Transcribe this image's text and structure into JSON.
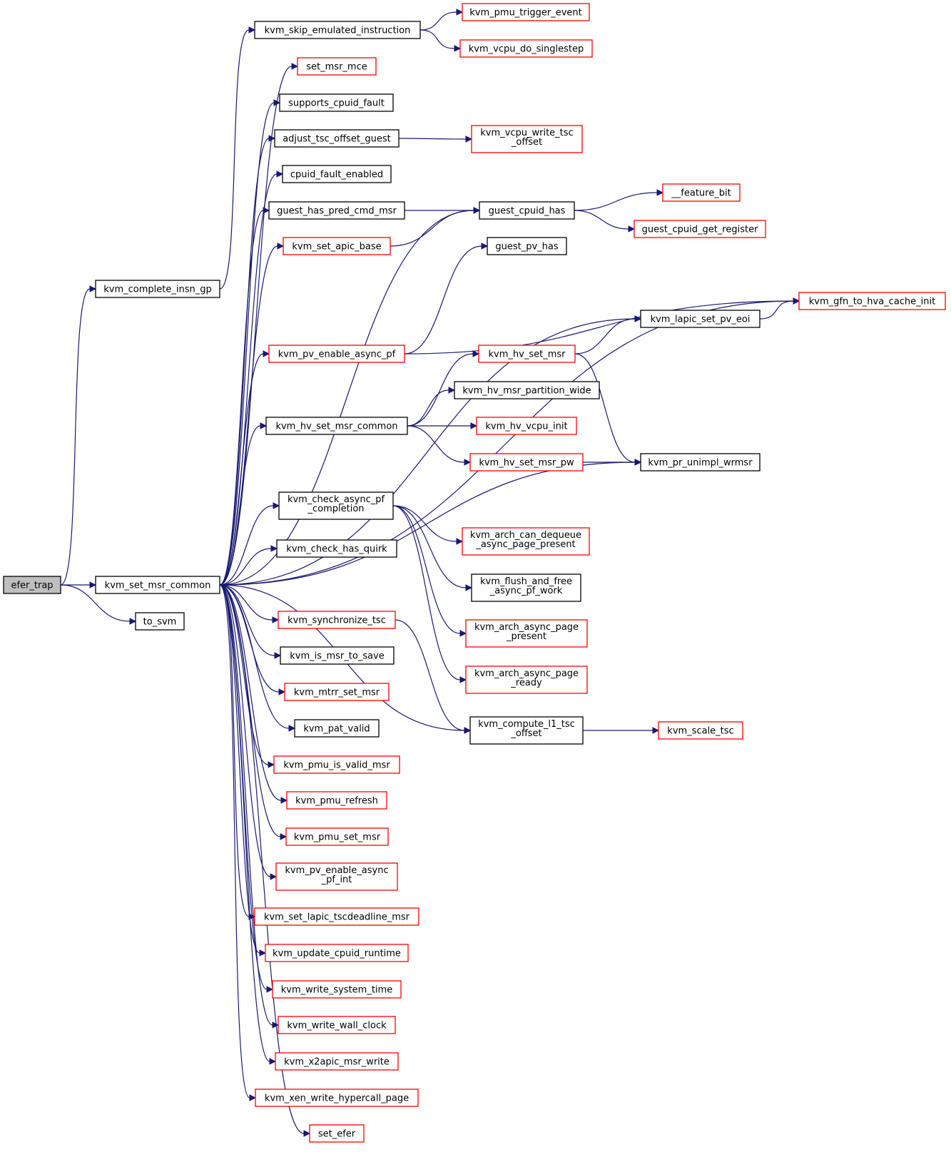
{
  "graph": {
    "colors": {
      "edge": "#191970",
      "border_default": "#000000",
      "border_external": "#ff0000",
      "root_fill": "#bfbfbf"
    },
    "nodes": [
      {
        "id": "efer_trap",
        "lines": [
          "efer_trap"
        ],
        "style": "root"
      },
      {
        "id": "kvm_complete_insn_gp",
        "lines": [
          "kvm_complete_insn_gp"
        ],
        "style": "normal"
      },
      {
        "id": "kvm_set_msr_common",
        "lines": [
          "kvm_set_msr_common"
        ],
        "style": "normal"
      },
      {
        "id": "to_svm",
        "lines": [
          "to_svm"
        ],
        "style": "normal"
      },
      {
        "id": "kvm_skip_emulated_instruction",
        "lines": [
          "kvm_skip_emulated_instruction"
        ],
        "style": "normal"
      },
      {
        "id": "kvm_pmu_trigger_event",
        "lines": [
          "kvm_pmu_trigger_event"
        ],
        "style": "red"
      },
      {
        "id": "kvm_vcpu_do_singlestep",
        "lines": [
          "kvm_vcpu_do_singlestep"
        ],
        "style": "red"
      },
      {
        "id": "set_msr_mce",
        "lines": [
          "set_msr_mce"
        ],
        "style": "red"
      },
      {
        "id": "supports_cpuid_fault",
        "lines": [
          "supports_cpuid_fault"
        ],
        "style": "normal"
      },
      {
        "id": "adjust_tsc_offset_guest",
        "lines": [
          "adjust_tsc_offset_guest"
        ],
        "style": "normal"
      },
      {
        "id": "kvm_vcpu_write_tsc_offset",
        "lines": [
          "kvm_vcpu_write_tsc",
          "_offset"
        ],
        "style": "red"
      },
      {
        "id": "cpuid_fault_enabled",
        "lines": [
          "cpuid_fault_enabled"
        ],
        "style": "normal"
      },
      {
        "id": "guest_has_pred_cmd_msr",
        "lines": [
          "guest_has_pred_cmd_msr"
        ],
        "style": "normal"
      },
      {
        "id": "guest_cpuid_has",
        "lines": [
          "guest_cpuid_has"
        ],
        "style": "normal"
      },
      {
        "id": "__feature_bit",
        "lines": [
          "__feature_bit"
        ],
        "style": "red"
      },
      {
        "id": "guest_cpuid_get_register",
        "lines": [
          "guest_cpuid_get_register"
        ],
        "style": "red"
      },
      {
        "id": "kvm_set_apic_base",
        "lines": [
          "kvm_set_apic_base"
        ],
        "style": "red"
      },
      {
        "id": "guest_pv_has",
        "lines": [
          "guest_pv_has"
        ],
        "style": "normal"
      },
      {
        "id": "kvm_gfn_to_hva_cache_init",
        "lines": [
          "kvm_gfn_to_hva_cache_init"
        ],
        "style": "red"
      },
      {
        "id": "kvm_lapic_set_pv_eoi",
        "lines": [
          "kvm_lapic_set_pv_eoi"
        ],
        "style": "normal"
      },
      {
        "id": "kvm_pv_enable_async_pf",
        "lines": [
          "kvm_pv_enable_async_pf"
        ],
        "style": "red"
      },
      {
        "id": "kvm_hv_set_msr",
        "lines": [
          "kvm_hv_set_msr"
        ],
        "style": "red"
      },
      {
        "id": "kvm_hv_msr_partition_wide",
        "lines": [
          "kvm_hv_msr_partition_wide"
        ],
        "style": "normal"
      },
      {
        "id": "kvm_hv_set_msr_common",
        "lines": [
          "kvm_hv_set_msr_common"
        ],
        "style": "normal"
      },
      {
        "id": "kvm_hv_vcpu_init",
        "lines": [
          "kvm_hv_vcpu_init"
        ],
        "style": "red"
      },
      {
        "id": "kvm_hv_set_msr_pw",
        "lines": [
          "kvm_hv_set_msr_pw"
        ],
        "style": "red"
      },
      {
        "id": "kvm_pr_unimpl_wrmsr",
        "lines": [
          "kvm_pr_unimpl_wrmsr"
        ],
        "style": "normal"
      },
      {
        "id": "kvm_check_async_pf_completion",
        "lines": [
          "kvm_check_async_pf",
          "_completion"
        ],
        "style": "normal"
      },
      {
        "id": "kvm_arch_can_dequeue_async_page_present",
        "lines": [
          "kvm_arch_can_dequeue",
          "_async_page_present"
        ],
        "style": "red"
      },
      {
        "id": "kvm_check_has_quirk",
        "lines": [
          "kvm_check_has_quirk"
        ],
        "style": "normal"
      },
      {
        "id": "kvm_flush_and_free_async_pf_work",
        "lines": [
          "kvm_flush_and_free",
          "_async_pf_work"
        ],
        "style": "normal"
      },
      {
        "id": "kvm_synchronize_tsc",
        "lines": [
          "kvm_synchronize_tsc"
        ],
        "style": "red"
      },
      {
        "id": "kvm_arch_async_page_present",
        "lines": [
          "kvm_arch_async_page",
          "_present"
        ],
        "style": "red"
      },
      {
        "id": "kvm_is_msr_to_save",
        "lines": [
          "kvm_is_msr_to_save"
        ],
        "style": "normal"
      },
      {
        "id": "kvm_arch_async_page_ready",
        "lines": [
          "kvm_arch_async_page",
          "_ready"
        ],
        "style": "red"
      },
      {
        "id": "kvm_mtrr_set_msr",
        "lines": [
          "kvm_mtrr_set_msr"
        ],
        "style": "red"
      },
      {
        "id": "kvm_compute_l1_tsc_offset",
        "lines": [
          "kvm_compute_l1_tsc",
          "_offset"
        ],
        "style": "normal"
      },
      {
        "id": "kvm_scale_tsc",
        "lines": [
          "kvm_scale_tsc"
        ],
        "style": "red"
      },
      {
        "id": "kvm_pat_valid",
        "lines": [
          "kvm_pat_valid"
        ],
        "style": "normal"
      },
      {
        "id": "kvm_pmu_is_valid_msr",
        "lines": [
          "kvm_pmu_is_valid_msr"
        ],
        "style": "red"
      },
      {
        "id": "kvm_pmu_refresh",
        "lines": [
          "kvm_pmu_refresh"
        ],
        "style": "red"
      },
      {
        "id": "kvm_pmu_set_msr",
        "lines": [
          "kvm_pmu_set_msr"
        ],
        "style": "red"
      },
      {
        "id": "kvm_pv_enable_async_pf_int",
        "lines": [
          "kvm_pv_enable_async",
          "_pf_int"
        ],
        "style": "red"
      },
      {
        "id": "kvm_set_lapic_tscdeadline_msr",
        "lines": [
          "kvm_set_lapic_tscdeadline_msr"
        ],
        "style": "red"
      },
      {
        "id": "kvm_update_cpuid_runtime",
        "lines": [
          "kvm_update_cpuid_runtime"
        ],
        "style": "red"
      },
      {
        "id": "kvm_write_system_time",
        "lines": [
          "kvm_write_system_time"
        ],
        "style": "red"
      },
      {
        "id": "kvm_write_wall_clock",
        "lines": [
          "kvm_write_wall_clock"
        ],
        "style": "red"
      },
      {
        "id": "kvm_x2apic_msr_write",
        "lines": [
          "kvm_x2apic_msr_write"
        ],
        "style": "red"
      },
      {
        "id": "kvm_xen_write_hypercall_page",
        "lines": [
          "kvm_xen_write_hypercall_page"
        ],
        "style": "red"
      },
      {
        "id": "set_efer",
        "lines": [
          "set_efer"
        ],
        "style": "red"
      }
    ],
    "edges": [
      [
        "efer_trap",
        "kvm_complete_insn_gp"
      ],
      [
        "efer_trap",
        "kvm_set_msr_common"
      ],
      [
        "efer_trap",
        "to_svm"
      ],
      [
        "kvm_complete_insn_gp",
        "kvm_skip_emulated_instruction"
      ],
      [
        "kvm_skip_emulated_instruction",
        "kvm_pmu_trigger_event"
      ],
      [
        "kvm_skip_emulated_instruction",
        "kvm_vcpu_do_singlestep"
      ],
      [
        "kvm_set_msr_common",
        "set_msr_mce"
      ],
      [
        "kvm_set_msr_common",
        "supports_cpuid_fault"
      ],
      [
        "kvm_set_msr_common",
        "adjust_tsc_offset_guest"
      ],
      [
        "kvm_set_msr_common",
        "cpuid_fault_enabled"
      ],
      [
        "kvm_set_msr_common",
        "guest_has_pred_cmd_msr"
      ],
      [
        "kvm_set_msr_common",
        "kvm_set_apic_base"
      ],
      [
        "kvm_set_msr_common",
        "guest_cpuid_has"
      ],
      [
        "kvm_set_msr_common",
        "kvm_pv_enable_async_pf"
      ],
      [
        "kvm_set_msr_common",
        "kvm_gfn_to_hva_cache_init"
      ],
      [
        "kvm_set_msr_common",
        "kvm_lapic_set_pv_eoi"
      ],
      [
        "kvm_set_msr_common",
        "kvm_hv_set_msr_common"
      ],
      [
        "kvm_set_msr_common",
        "kvm_pr_unimpl_wrmsr"
      ],
      [
        "kvm_set_msr_common",
        "kvm_check_async_pf_completion"
      ],
      [
        "kvm_set_msr_common",
        "kvm_check_has_quirk"
      ],
      [
        "kvm_set_msr_common",
        "kvm_synchronize_tsc"
      ],
      [
        "kvm_set_msr_common",
        "kvm_compute_l1_tsc_offset"
      ],
      [
        "kvm_set_msr_common",
        "kvm_is_msr_to_save"
      ],
      [
        "kvm_set_msr_common",
        "kvm_mtrr_set_msr"
      ],
      [
        "kvm_set_msr_common",
        "kvm_pat_valid"
      ],
      [
        "kvm_set_msr_common",
        "kvm_pmu_is_valid_msr"
      ],
      [
        "kvm_set_msr_common",
        "kvm_pmu_refresh"
      ],
      [
        "kvm_set_msr_common",
        "kvm_pmu_set_msr"
      ],
      [
        "kvm_set_msr_common",
        "kvm_pv_enable_async_pf_int"
      ],
      [
        "kvm_set_msr_common",
        "kvm_set_lapic_tscdeadline_msr"
      ],
      [
        "kvm_set_msr_common",
        "kvm_update_cpuid_runtime"
      ],
      [
        "kvm_set_msr_common",
        "kvm_write_system_time"
      ],
      [
        "kvm_set_msr_common",
        "kvm_write_wall_clock"
      ],
      [
        "kvm_set_msr_common",
        "kvm_x2apic_msr_write"
      ],
      [
        "kvm_set_msr_common",
        "kvm_xen_write_hypercall_page"
      ],
      [
        "kvm_set_msr_common",
        "set_efer"
      ],
      [
        "adjust_tsc_offset_guest",
        "kvm_vcpu_write_tsc_offset"
      ],
      [
        "guest_has_pred_cmd_msr",
        "guest_cpuid_has"
      ],
      [
        "kvm_set_apic_base",
        "guest_cpuid_has"
      ],
      [
        "guest_cpuid_has",
        "__feature_bit"
      ],
      [
        "guest_cpuid_has",
        "guest_cpuid_get_register"
      ],
      [
        "kvm_pv_enable_async_pf",
        "guest_pv_has"
      ],
      [
        "kvm_pv_enable_async_pf",
        "kvm_gfn_to_hva_cache_init"
      ],
      [
        "kvm_lapic_set_pv_eoi",
        "kvm_gfn_to_hva_cache_init"
      ],
      [
        "kvm_hv_set_msr_common",
        "kvm_hv_set_msr"
      ],
      [
        "kvm_hv_set_msr_common",
        "kvm_hv_msr_partition_wide"
      ],
      [
        "kvm_hv_set_msr_common",
        "kvm_hv_vcpu_init"
      ],
      [
        "kvm_hv_set_msr_common",
        "kvm_hv_set_msr_pw"
      ],
      [
        "kvm_hv_set_msr",
        "kvm_lapic_set_pv_eoi"
      ],
      [
        "kvm_hv_set_msr",
        "kvm_pr_unimpl_wrmsr"
      ],
      [
        "kvm_hv_set_msr_pw",
        "kvm_pr_unimpl_wrmsr"
      ],
      [
        "kvm_check_async_pf_completion",
        "kvm_arch_can_dequeue_async_page_present"
      ],
      [
        "kvm_check_async_pf_completion",
        "kvm_flush_and_free_async_pf_work"
      ],
      [
        "kvm_check_async_pf_completion",
        "kvm_arch_async_page_present"
      ],
      [
        "kvm_check_async_pf_completion",
        "kvm_arch_async_page_ready"
      ],
      [
        "kvm_synchronize_tsc",
        "kvm_compute_l1_tsc_offset"
      ],
      [
        "kvm_compute_l1_tsc_offset",
        "kvm_scale_tsc"
      ]
    ]
  }
}
